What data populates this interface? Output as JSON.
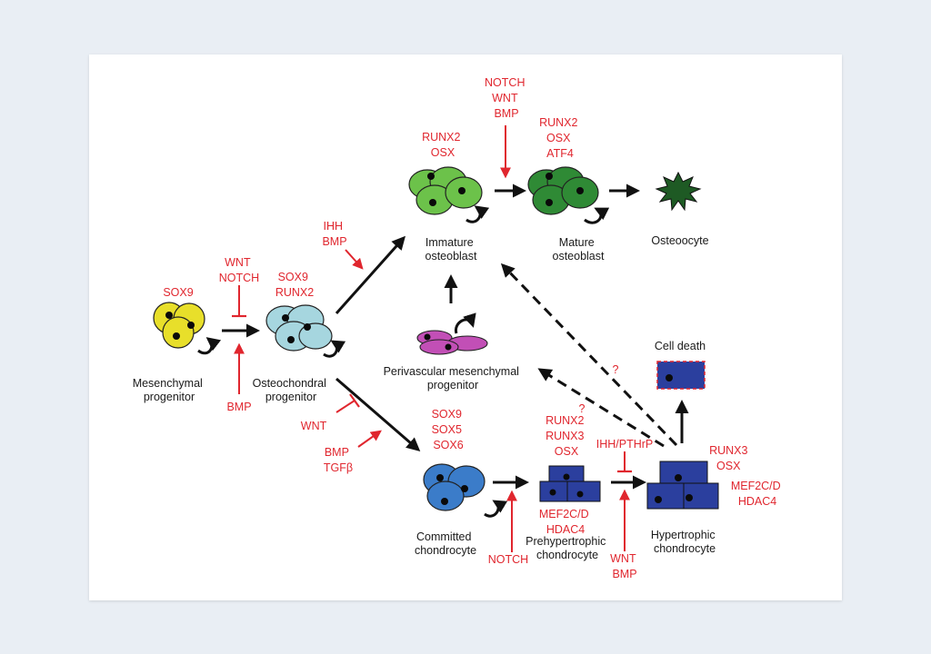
{
  "cells": {
    "mesenchymal": "Mesenchymal\nprogenitor",
    "osteochondral": "Osteochondral\nprogenitor",
    "immature_osteoblast": "Immature\nosteoblast",
    "mature_osteoblast": "Mature\nosteoblast",
    "osteocyte": "Osteoocyte",
    "perivascular": "Perivascular mesenchymal\nprogenitor",
    "committed_chondrocyte": "Committed\nchondrocyte",
    "prehypertrophic": "Prehypertrophic\nchondrocyte",
    "hypertrophic": "Hypertrophic\nchondrocyte",
    "cell_death": "Cell death"
  },
  "factors": {
    "sox9": "SOX9",
    "wnt_notch": "WNT\nNOTCH",
    "bmp_1": "BMP",
    "sox9_runx2": "SOX9\nRUNX2",
    "ihh_bmp": "IHH\nBMP",
    "runx2_osx": "RUNX2\nOSX",
    "notch_wnt_bmp": "NOTCH\nWNT\nBMP",
    "runx2_osx_atf4": "RUNX2\nOSX\nATF4",
    "wnt_inhib": "WNT",
    "bmp_tgfb": "BMP\nTGFβ",
    "sox9_sox5_sox6": "SOX9\nSOX5\nSOX6",
    "runx2_runx3_osx": "RUNX2\nRUNX3\nOSX",
    "ihh_pthrp": "IHH/PTHrP",
    "runx3_osx_mef2c_hdac4": "RUNX3\nOSX\nMEF2C/D\nHDAC4",
    "mef2c_hdac4": "MEF2C/D\nHDAC4",
    "notch": "NOTCH",
    "wnt_bmp": "WNT\nBMP",
    "question_1": "?",
    "question_2": "?"
  },
  "colors": {
    "signal_red": "#e0262e",
    "mesenchymal_yellow": "#e8df2a",
    "osteochondral_blue": "#a6d6df",
    "immature_green": "#6cc24a",
    "mature_green": "#2f8a35",
    "osteocyte_green": "#1e5a24",
    "perivascular_magenta": "#c24fb6",
    "chondrocyte_blue": "#3b7cc9",
    "hypertrophic_navy": "#2b3f9e"
  }
}
